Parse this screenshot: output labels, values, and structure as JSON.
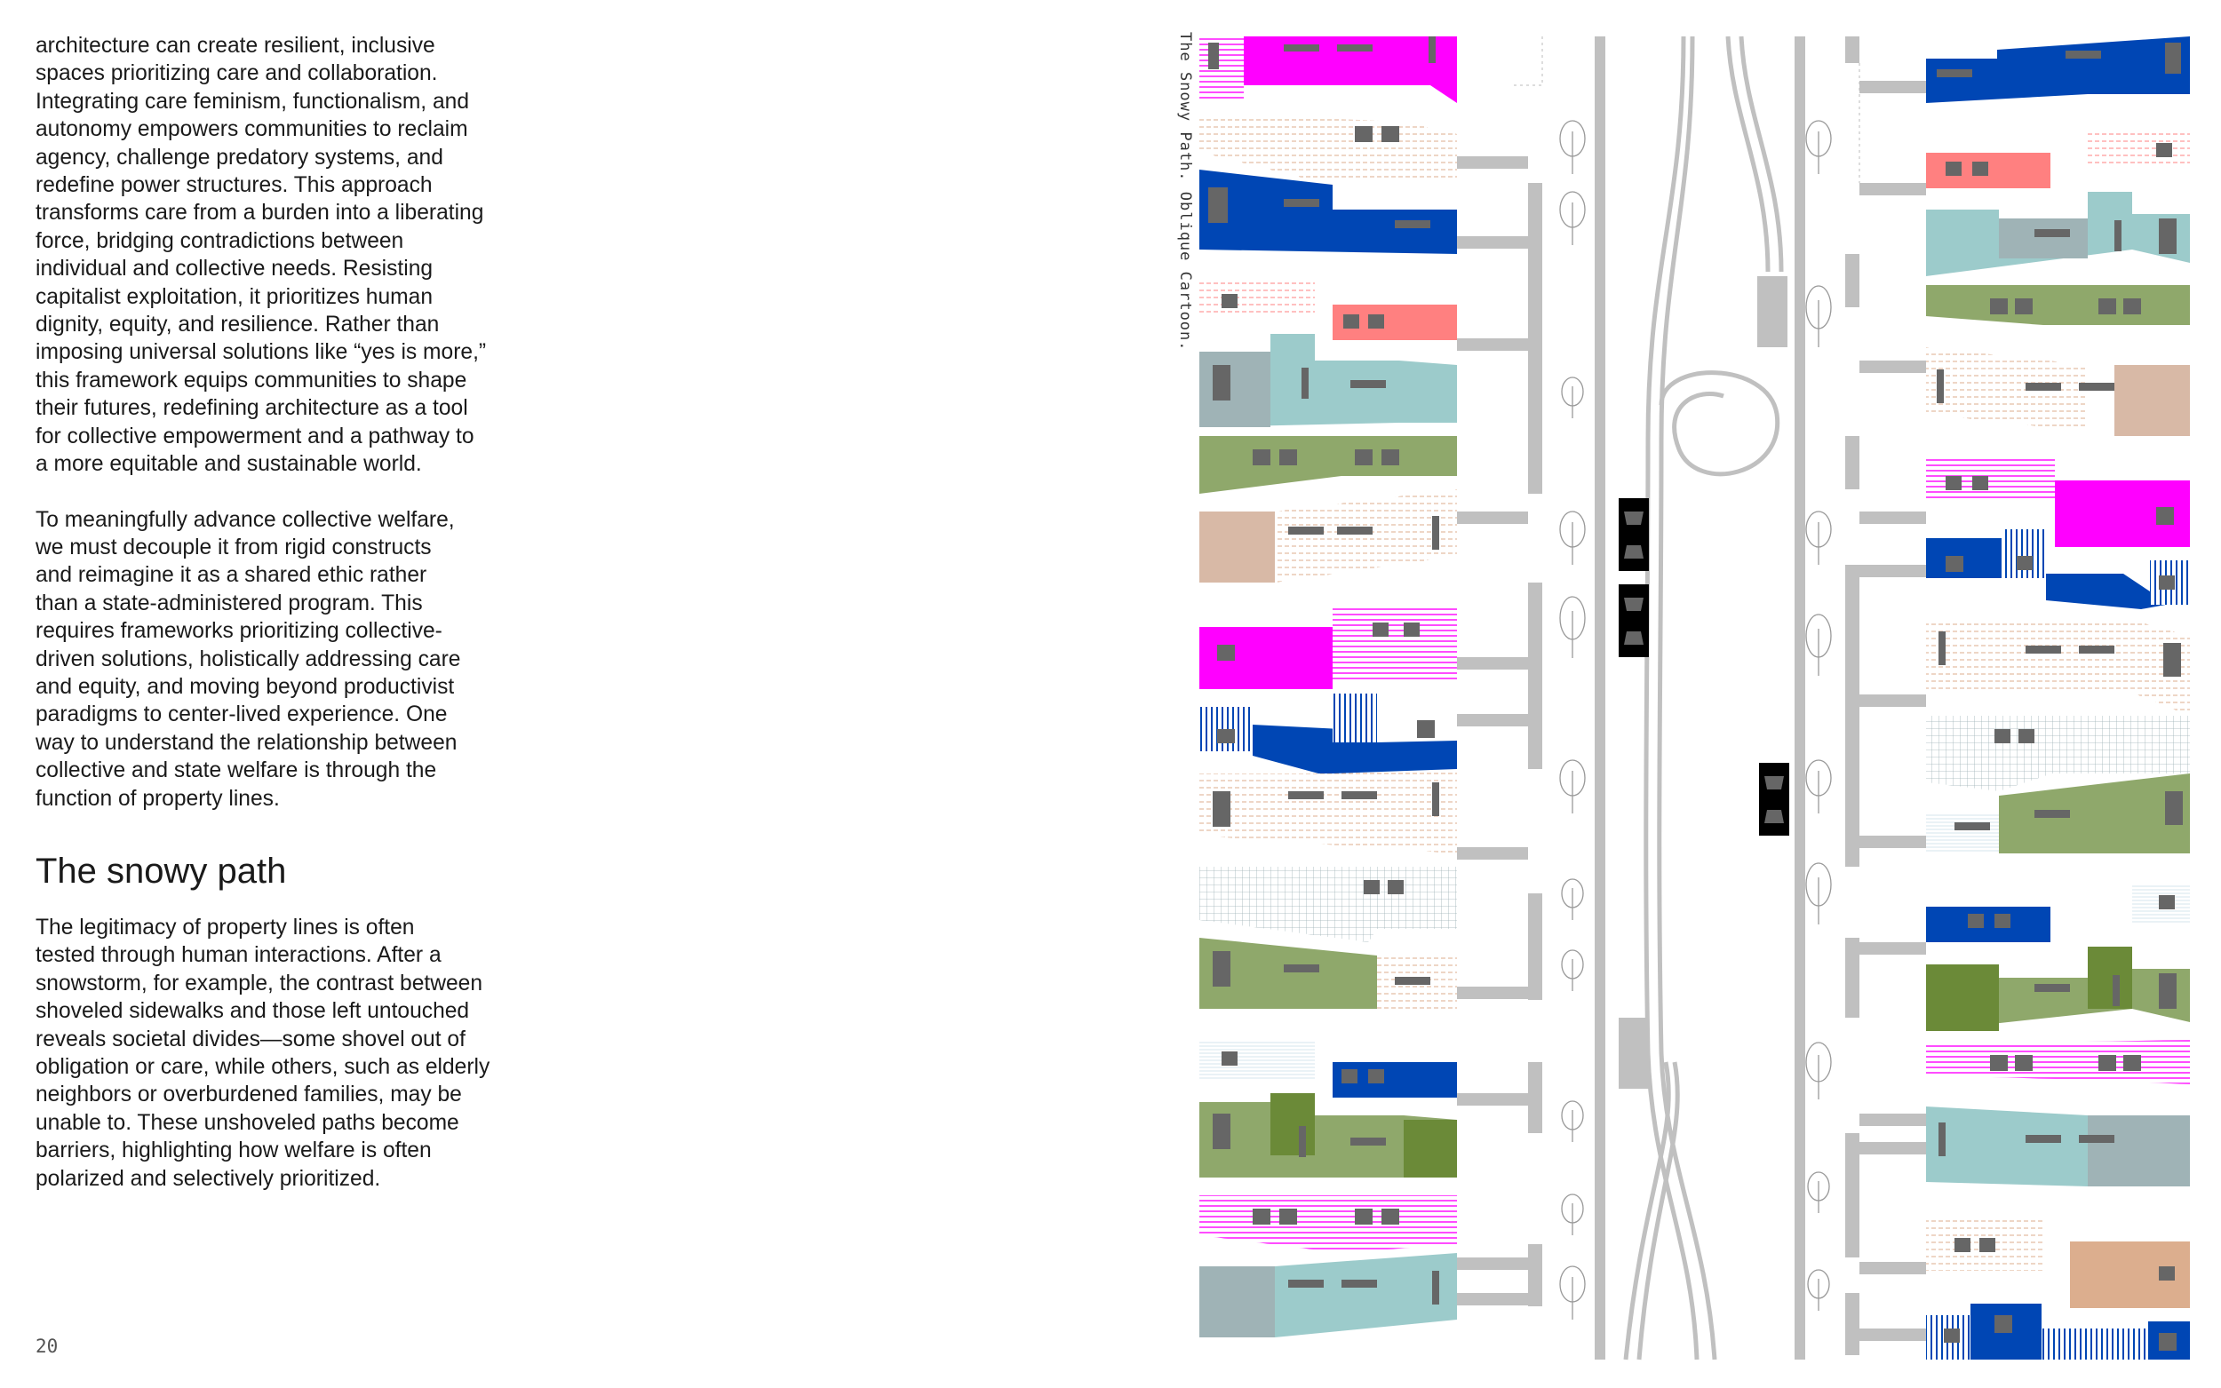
{
  "article": {
    "paragraphs": [
      "architecture can create resilient, inclusive\nspaces prioritizing care and collaboration.\nIntegrating care feminism, functionalism, and\nautonomy empowers communities to reclaim\nagency, challenge predatory systems, and\nredefine power structures. This approach\ntransforms care from a burden into a liberating\nforce, bridging contradictions between\nindividual and collective needs. Resisting\ncapitalist exploitation, it prioritizes human\ndignity, equity, and resilience. Rather than\nimposing universal solutions like “yes is more,”\nthis framework equips communities to shape\ntheir futures, redefining architecture as a tool\nfor collective empowerment and a pathway to\na more equitable and sustainable world.",
      "To meaningfully advance collective welfare,\nwe must decouple it from rigid constructs\nand reimagine it as a shared ethic rather\nthan a state-administered program. This\nrequires frameworks prioritizing collective-\ndriven solutions, holistically addressing care\nand equity, and moving beyond productivist\nparadigms to center-lived experience. One\nway to understand the relationship between\ncollective and state welfare is through the\nfunction of property lines."
    ],
    "heading": "The snowy path",
    "section_paragraph": "The legitimacy of property lines is often\ntested through human interactions. After a\nsnowstorm, for example, the contrast between\nshoveled sidewalks and those left untouched\nreveals societal divides—some shovel out of\nobligation or care, while others, such as elderly\nneighbors or overburdened families, may be\nunable to. These unshoveled paths become\nbarriers, highlighting how welfare is often\npolarized and selectively prioritized.",
    "page_number": "20"
  },
  "figure": {
    "caption": "The Snowy Path. Oblique Cartoon.",
    "colors": {
      "magenta": "#ff00ff",
      "blue": "#0046b4",
      "salmon": "#ff8080",
      "teal": "#9ccbcb",
      "slate": "#9fb3b6",
      "sage": "#8fa86b",
      "olive": "#6b8a38",
      "tan": "#d8b9a6",
      "peach": "#dcae8e",
      "road": "#c0c0c0",
      "car": "#000000"
    }
  }
}
